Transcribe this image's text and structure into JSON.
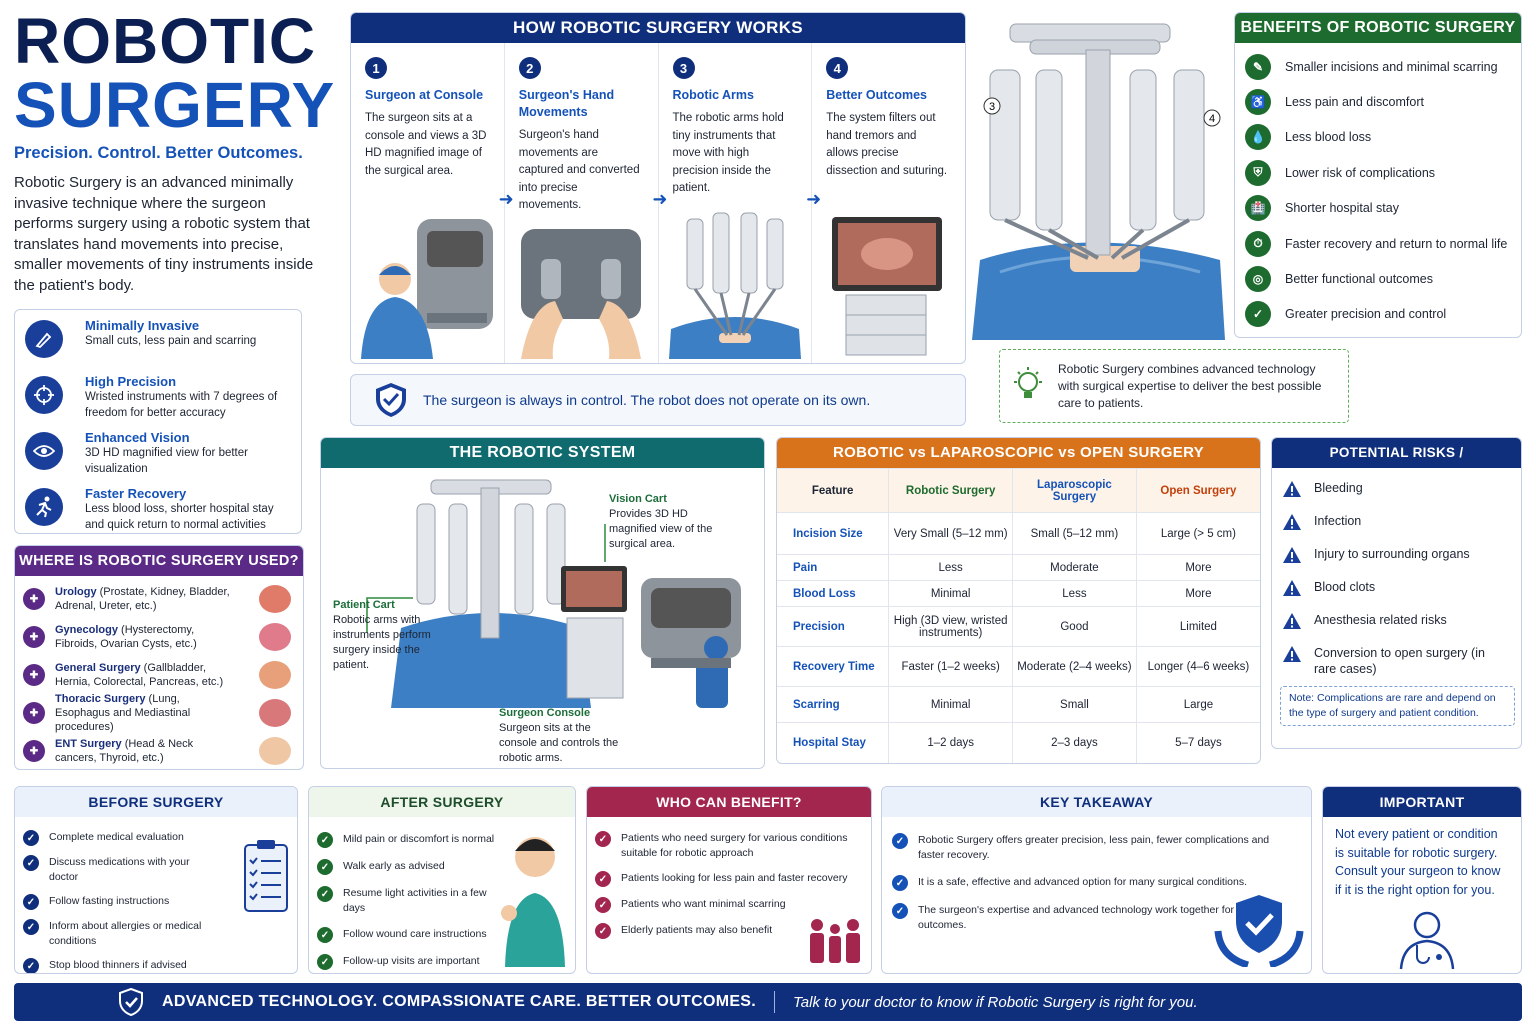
{
  "title": {
    "line1": "ROBOTIC",
    "line2": "SURGERY",
    "tagline": "Precision. Control. Better Outcomes.",
    "intro": "Robotic Surgery is an advanced minimally invasive technique where the surgeon performs surgery using a robotic system that translates hand movements into precise, smaller movements of tiny instruments inside the patient's body."
  },
  "features": [
    {
      "title": "Minimally Invasive",
      "desc": "Small cuts, less pain and scarring",
      "icon": "scalpel-icon"
    },
    {
      "title": "High Precision",
      "desc": "Wristed instruments with 7 degrees of freedom for better accuracy",
      "icon": "crosshair-icon"
    },
    {
      "title": "Enhanced Vision",
      "desc": "3D HD magnified view for better visualization",
      "icon": "eye-icon"
    },
    {
      "title": "Faster Recovery",
      "desc": "Less blood loss, shorter hospital stay and quick return to normal activities",
      "icon": "running-person-icon"
    }
  ],
  "uses": {
    "header": "WHERE IS ROBOTIC SURGERY USED?",
    "items": [
      {
        "name": "Urology",
        "detail": "(Prostate, Kidney, Bladder, Adrenal, Ureter, etc.)"
      },
      {
        "name": "Gynecology",
        "detail": "(Hysterectomy, Fibroids, Ovarian Cysts, etc.)"
      },
      {
        "name": "General Surgery",
        "detail": "(Gallbladder, Hernia, Colorectal, Pancreas, etc.)"
      },
      {
        "name": "Thoracic Surgery",
        "detail": "(Lung, Esophagus and Mediastinal procedures)"
      },
      {
        "name": "ENT Surgery",
        "detail": "(Head & Neck cancers, Thyroid, etc.)"
      }
    ]
  },
  "how": {
    "header": "HOW ROBOTIC SURGERY WORKS",
    "steps": [
      {
        "num": "1",
        "title": "Surgeon at Console",
        "desc": "The surgeon sits at a console and views a 3D HD magnified image of the surgical area."
      },
      {
        "num": "2",
        "title": "Surgeon's Hand Movements",
        "desc": "Surgeon's hand movements are captured and converted into precise movements."
      },
      {
        "num": "3",
        "title": "Robotic Arms",
        "desc": "The robotic arms hold tiny instruments that move with high precision inside the patient."
      },
      {
        "num": "4",
        "title": "Better Outcomes",
        "desc": "The system filters out hand tremors and allows precise dissection and suturing."
      }
    ],
    "control": "The surgeon is always in control. The robot does not operate on its own."
  },
  "robot_labels": {
    "a": "3",
    "b": "4"
  },
  "benefits": {
    "header": "BENEFITS OF ROBOTIC SURGERY",
    "items": [
      "Smaller incisions and minimal scarring",
      "Less pain and discomfort",
      "Less blood loss",
      "Lower risk of complications",
      "Shorter hospital stay",
      "Faster recovery and return to normal life",
      "Better functional outcomes",
      "Greater precision and control"
    ]
  },
  "combine": "Robotic Surgery combines advanced technology with surgical expertise to deliver the best possible care to patients.",
  "system": {
    "header": "THE ROBOTIC SYSTEM",
    "vision": {
      "title": "Vision Cart",
      "desc": "Provides 3D HD magnified view of the surgical area."
    },
    "patient": {
      "title": "Patient Cart",
      "desc": "Robotic arms with instruments perform surgery inside the patient."
    },
    "console": {
      "title": "Surgeon Console",
      "desc": "Surgeon sits at the console and controls the robotic arms."
    }
  },
  "compare": {
    "header": "ROBOTIC vs LAPAROSCOPIC vs OPEN SURGERY",
    "cols": [
      "Feature",
      "Robotic Surgery",
      "Laparoscopic Surgery",
      "Open Surgery"
    ],
    "rows": [
      [
        "Incision Size",
        "Very Small (5–12 mm)",
        "Small (5–12 mm)",
        "Large (> 5 cm)"
      ],
      [
        "Pain",
        "Less",
        "Moderate",
        "More"
      ],
      [
        "Blood Loss",
        "Minimal",
        "Less",
        "More"
      ],
      [
        "Precision",
        "High (3D view, wristed instruments)",
        "Good",
        "Limited"
      ],
      [
        "Recovery Time",
        "Faster (1–2 weeks)",
        "Moderate (2–4 weeks)",
        "Longer (4–6 weeks)"
      ],
      [
        "Scarring",
        "Minimal",
        "Small",
        "Large"
      ],
      [
        "Hospital Stay",
        "1–2 days",
        "2–3 days",
        "5–7 days"
      ]
    ]
  },
  "risks": {
    "header": "POTENTIAL RISKS / COMPLICATIONS",
    "items": [
      "Bleeding",
      "Infection",
      "Injury to surrounding organs",
      "Blood clots",
      "Anesthesia related risks",
      "Conversion to open surgery (in rare cases)"
    ],
    "note": "Note: Complications are rare and depend on the type of surgery and patient condition."
  },
  "before": {
    "header": "BEFORE SURGERY",
    "items": [
      "Complete medical evaluation",
      "Discuss medications with your doctor",
      "Follow fasting instructions",
      "Inform about allergies or medical conditions",
      "Stop blood thinners if advised"
    ]
  },
  "after": {
    "header": "AFTER SURGERY",
    "items": [
      "Mild pain or discomfort is normal",
      "Walk early as advised",
      "Resume light activities in a few days",
      "Follow wound care instructions",
      "Follow-up visits are important"
    ]
  },
  "who": {
    "header": "WHO CAN BENEFIT?",
    "items": [
      "Patients who need surgery for various conditions suitable for robotic approach",
      "Patients looking for less pain and faster recovery",
      "Patients who want minimal scarring",
      "Elderly patients may also benefit"
    ]
  },
  "takeaway": {
    "header": "KEY TAKEAWAY",
    "items": [
      "Robotic Surgery offers greater precision, less pain, fewer complications and faster recovery.",
      "It is a safe, effective and advanced option for many surgical conditions.",
      "The surgeon's expertise and advanced technology work together for better outcomes."
    ]
  },
  "important": {
    "header": "IMPORTANT",
    "text": "Not every patient or condition is suitable for robotic surgery. Consult your surgeon to know if it is the right option for you."
  },
  "footer": {
    "slogan": "ADVANCED TECHNOLOGY. COMPASSIONATE CARE. BETTER OUTCOMES.",
    "cta": "Talk to your doctor to know if Robotic Surgery is right for you."
  }
}
